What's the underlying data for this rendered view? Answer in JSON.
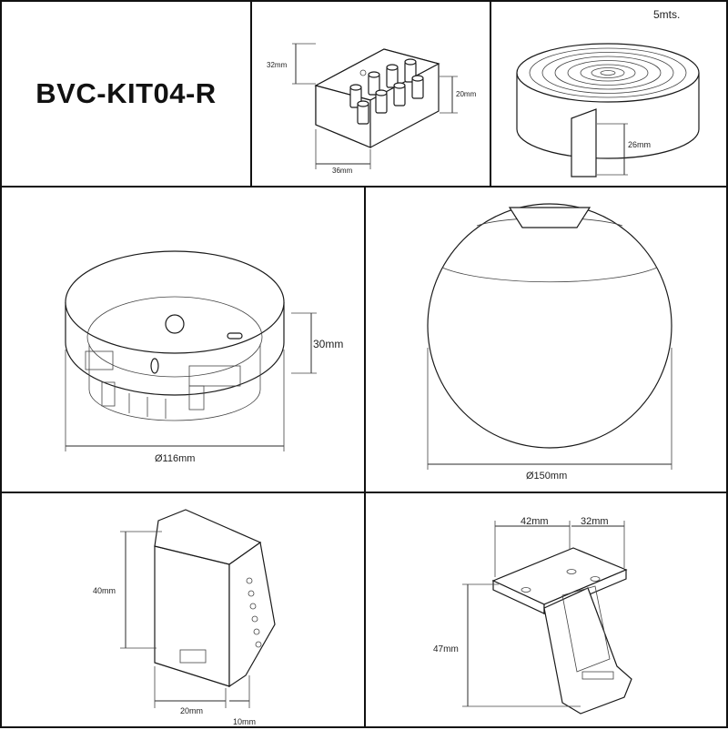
{
  "product": {
    "code": "BVC-KIT04-R"
  },
  "terminal_block": {
    "height": "32mm",
    "depth": "20mm",
    "width": "36mm"
  },
  "tape": {
    "length": "5mts.",
    "width": "26mm"
  },
  "base": {
    "height": "30mm",
    "diameter": "Ø116mm"
  },
  "globe": {
    "diameter": "Ø150mm"
  },
  "clip": {
    "height": "40mm",
    "width": "20mm",
    "depth": "10mm"
  },
  "bracket": {
    "width_a": "42mm",
    "width_b": "32mm",
    "height": "47mm"
  }
}
